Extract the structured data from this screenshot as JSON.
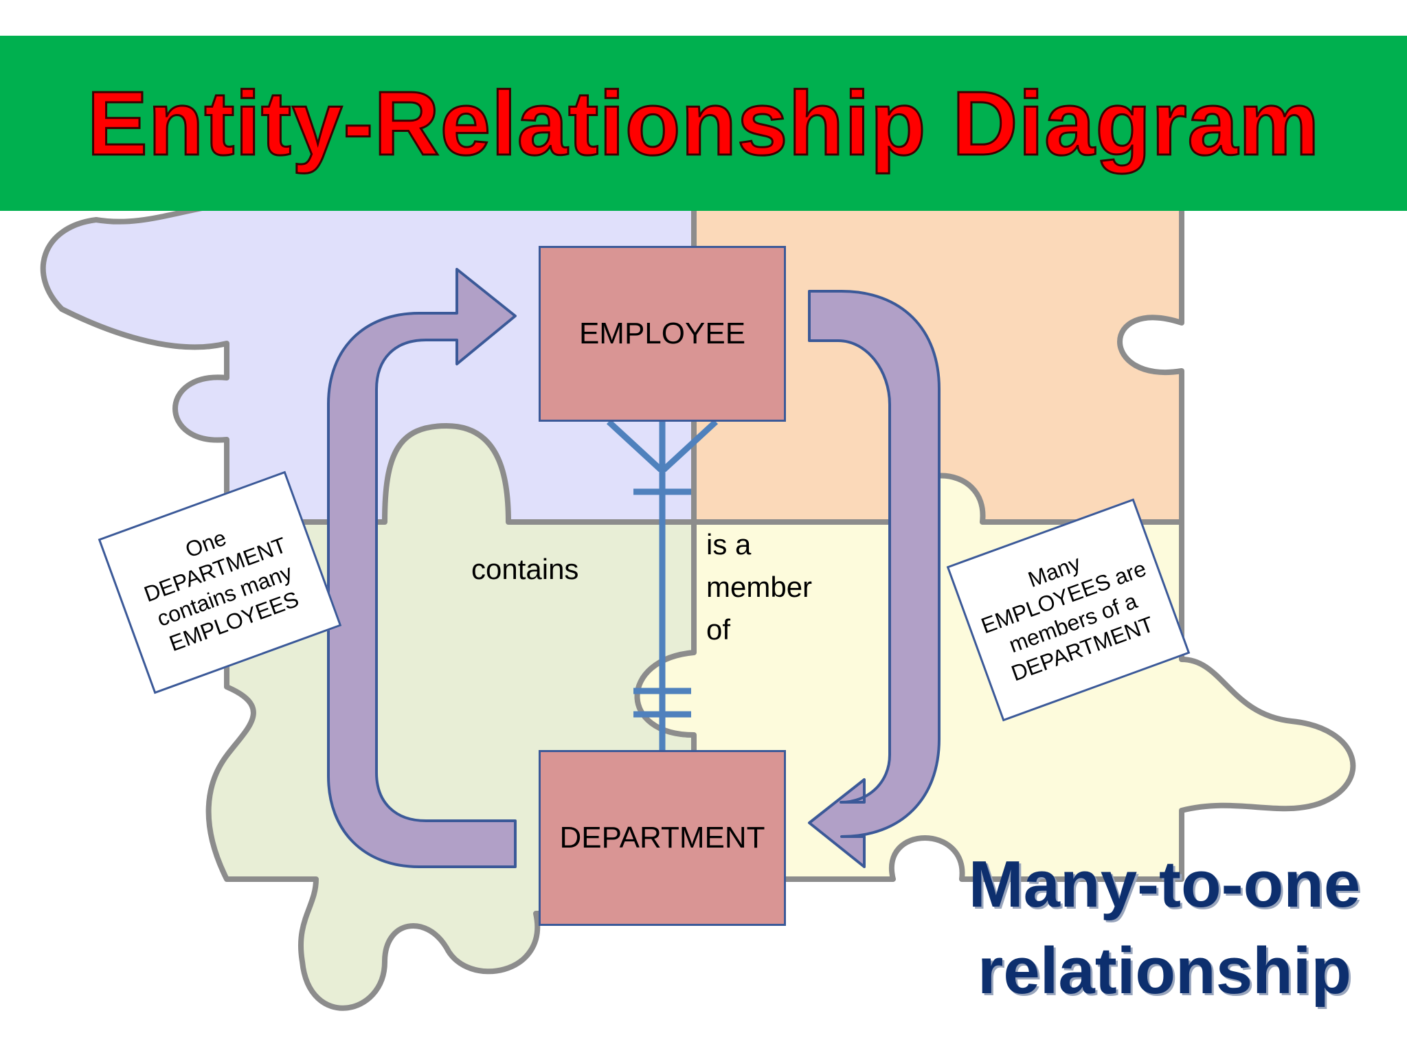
{
  "title": "Entity-Relationship Diagram",
  "entities": {
    "top": "EMPLOYEE",
    "bottom": "DEPARTMENT"
  },
  "relationship_labels": {
    "left": "contains",
    "right": "is a member of"
  },
  "notes": {
    "left": "One DEPARTMENT contains many EMPLOYEES",
    "right": "Many EMPLOYEES are members of a DEPARTMENT"
  },
  "subtitle": "Many-to-one relationship",
  "colors": {
    "banner": "#00b04f",
    "title_text": "#ff0000",
    "entity_fill": "#d99594",
    "entity_border": "#3b5998",
    "arrow_fill": "#b1a0c7",
    "connector": "#4f81bd",
    "subtitle_text": "#0d2f6e"
  }
}
